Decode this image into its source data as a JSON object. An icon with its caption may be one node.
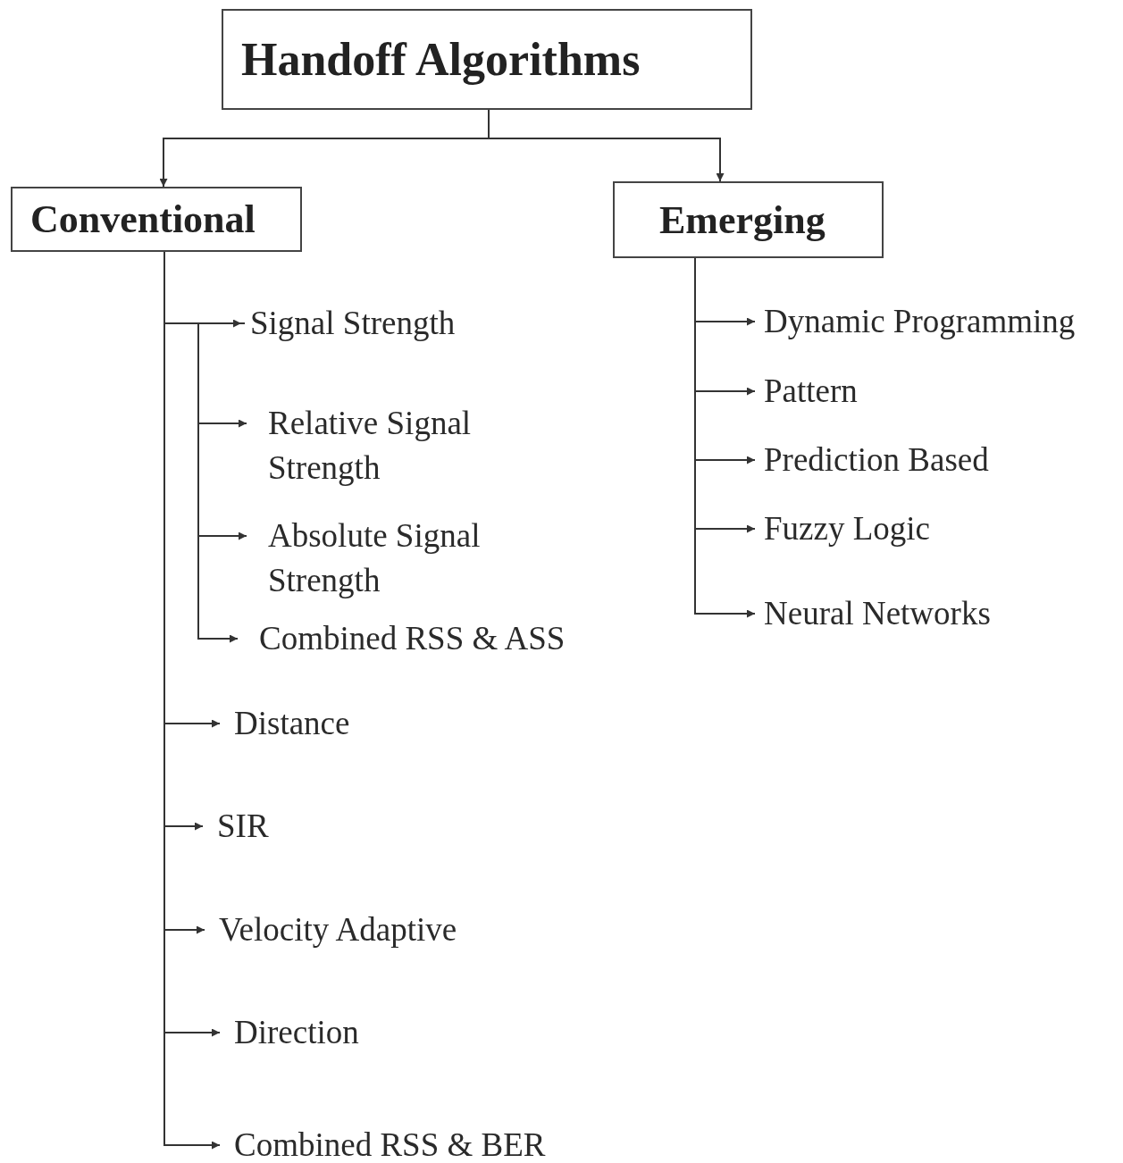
{
  "diagram": {
    "nodes": [
      {
        "text": [
          "Handoff Algorithms"
        ]
      },
      {
        "text": [
          "Conventional"
        ]
      },
      {
        "text": [
          "Emerging"
        ]
      },
      {
        "text": [
          "Signal Strength"
        ]
      },
      {
        "text": [
          "Relative Signal Strength"
        ]
      },
      {
        "text": [
          "Absolute Signal Strength"
        ]
      },
      {
        "text": [
          "Combined RSS & ASS"
        ]
      },
      {
        "text": [
          "Distance"
        ]
      },
      {
        "text": [
          "SIR"
        ]
      },
      {
        "text": [
          "Velocity Adaptive"
        ]
      },
      {
        "text": [
          "Direction"
        ]
      },
      {
        "text": [
          "Combined RSS & BER"
        ]
      },
      {
        "text": [
          "Dynamic Programming"
        ]
      },
      {
        "text": [
          "Pattern"
        ]
      },
      {
        "text": [
          "Prediction Based"
        ]
      },
      {
        "text": [
          "Fuzzy Logic"
        ]
      },
      {
        "text": [
          "Neural Networks"
        ]
      }
    ],
    "edges": [
      {
        "from": 0,
        "to": 1,
        "arrow": "to"
      },
      {
        "from": 0,
        "to": 2,
        "arrow": "to"
      },
      {
        "from": 1,
        "to": 3,
        "arrow": "to"
      },
      {
        "from": 3,
        "to": 4,
        "arrow": "to"
      },
      {
        "from": 3,
        "to": 5,
        "arrow": "to"
      },
      {
        "from": 3,
        "to": 6,
        "arrow": "to"
      },
      {
        "from": 1,
        "to": 7,
        "arrow": "to"
      },
      {
        "from": 1,
        "to": 8,
        "arrow": "to"
      },
      {
        "from": 1,
        "to": 9,
        "arrow": "to"
      },
      {
        "from": 1,
        "to": 10,
        "arrow": "to"
      },
      {
        "from": 1,
        "to": 11,
        "arrow": "to"
      },
      {
        "from": 2,
        "to": 12,
        "arrow": "to"
      },
      {
        "from": 2,
        "to": 13,
        "arrow": "to"
      },
      {
        "from": 2,
        "to": 14,
        "arrow": "to"
      },
      {
        "from": 2,
        "to": 15,
        "arrow": "to"
      },
      {
        "from": 2,
        "to": 16,
        "arrow": "to"
      }
    ]
  }
}
